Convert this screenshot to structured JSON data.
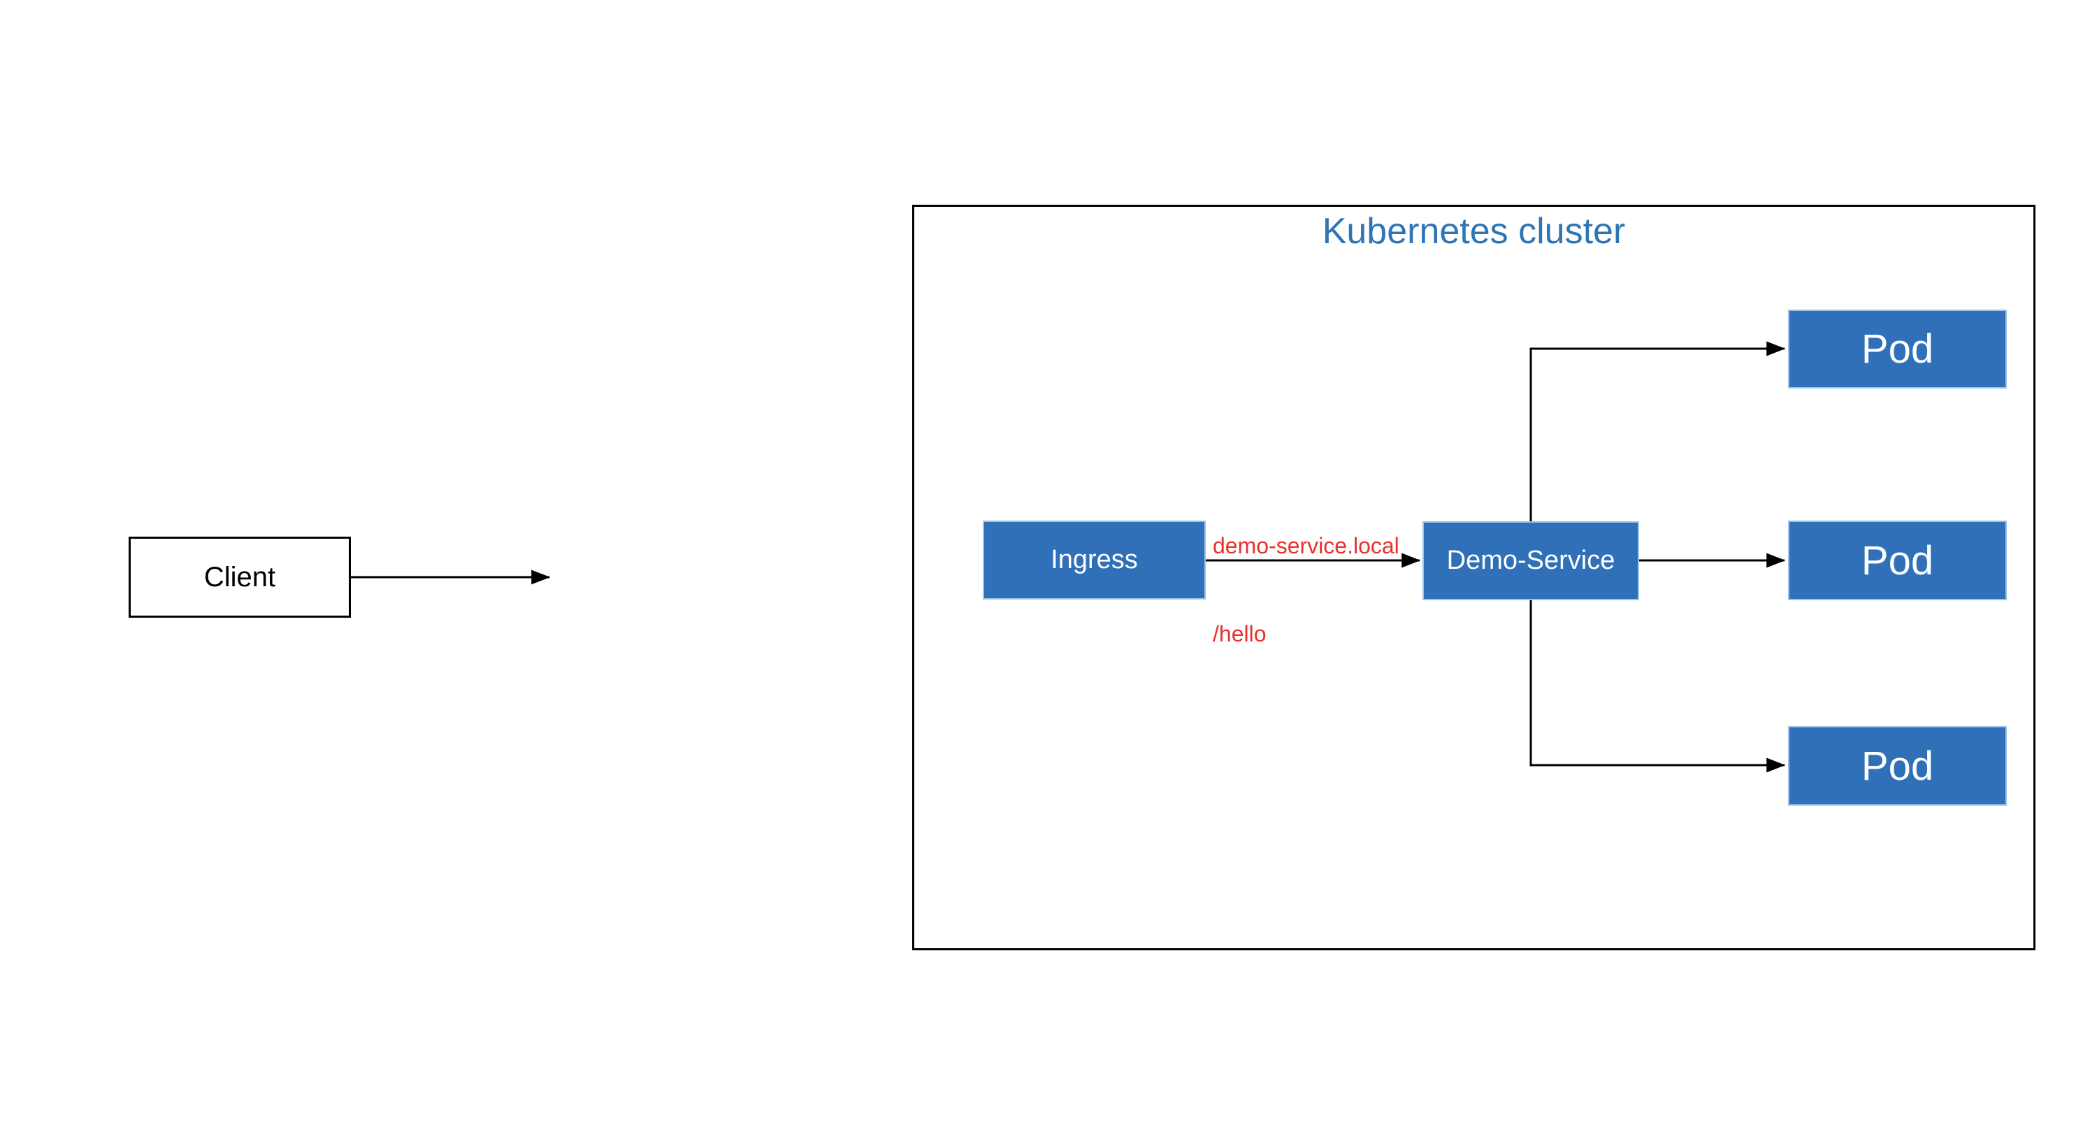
{
  "page": {
    "background": "#FFFFFF"
  },
  "diagram": {
    "cluster": {
      "title": "Kubernetes cluster",
      "title_color": "#2E75B6",
      "border_color": "#000000"
    },
    "nodes": {
      "client": {
        "label": "Client"
      },
      "ingress": {
        "label": "Ingress"
      },
      "service": {
        "label": "Demo-Service"
      },
      "pod_top": {
        "label": "Pod"
      },
      "pod_middle": {
        "label": "Pod"
      },
      "pod_bottom": {
        "label": "Pod"
      }
    },
    "labels": {
      "route_host": "demo-service.local",
      "route_path": "/hello",
      "route_color": "#E8312D"
    },
    "colors": {
      "node_fill": "#2F70B8",
      "node_border": "#9DC3E6",
      "node_text": "#FFFFFF",
      "connector": "#000000"
    }
  }
}
